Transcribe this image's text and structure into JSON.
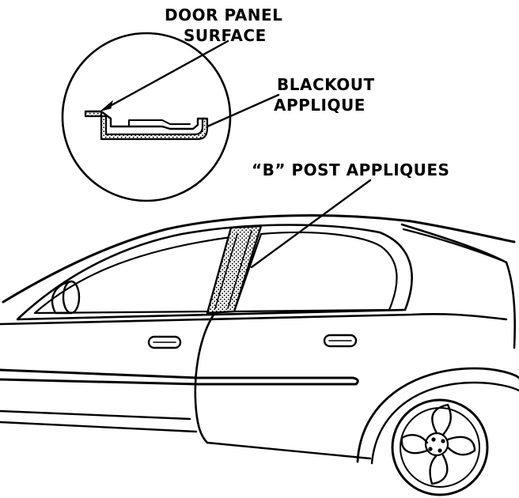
{
  "labels": {
    "door_panel_line1": "DOOR PANEL",
    "door_panel_line2": "SURFACE",
    "blackout_line1": "BLACKOUT",
    "blackout_line2": "APPLIQUE",
    "b_post": "“B” POST APPLIQUES"
  },
  "colors": {
    "ink": "#000000",
    "paper": "#ffffff",
    "stipple": "#555555"
  }
}
